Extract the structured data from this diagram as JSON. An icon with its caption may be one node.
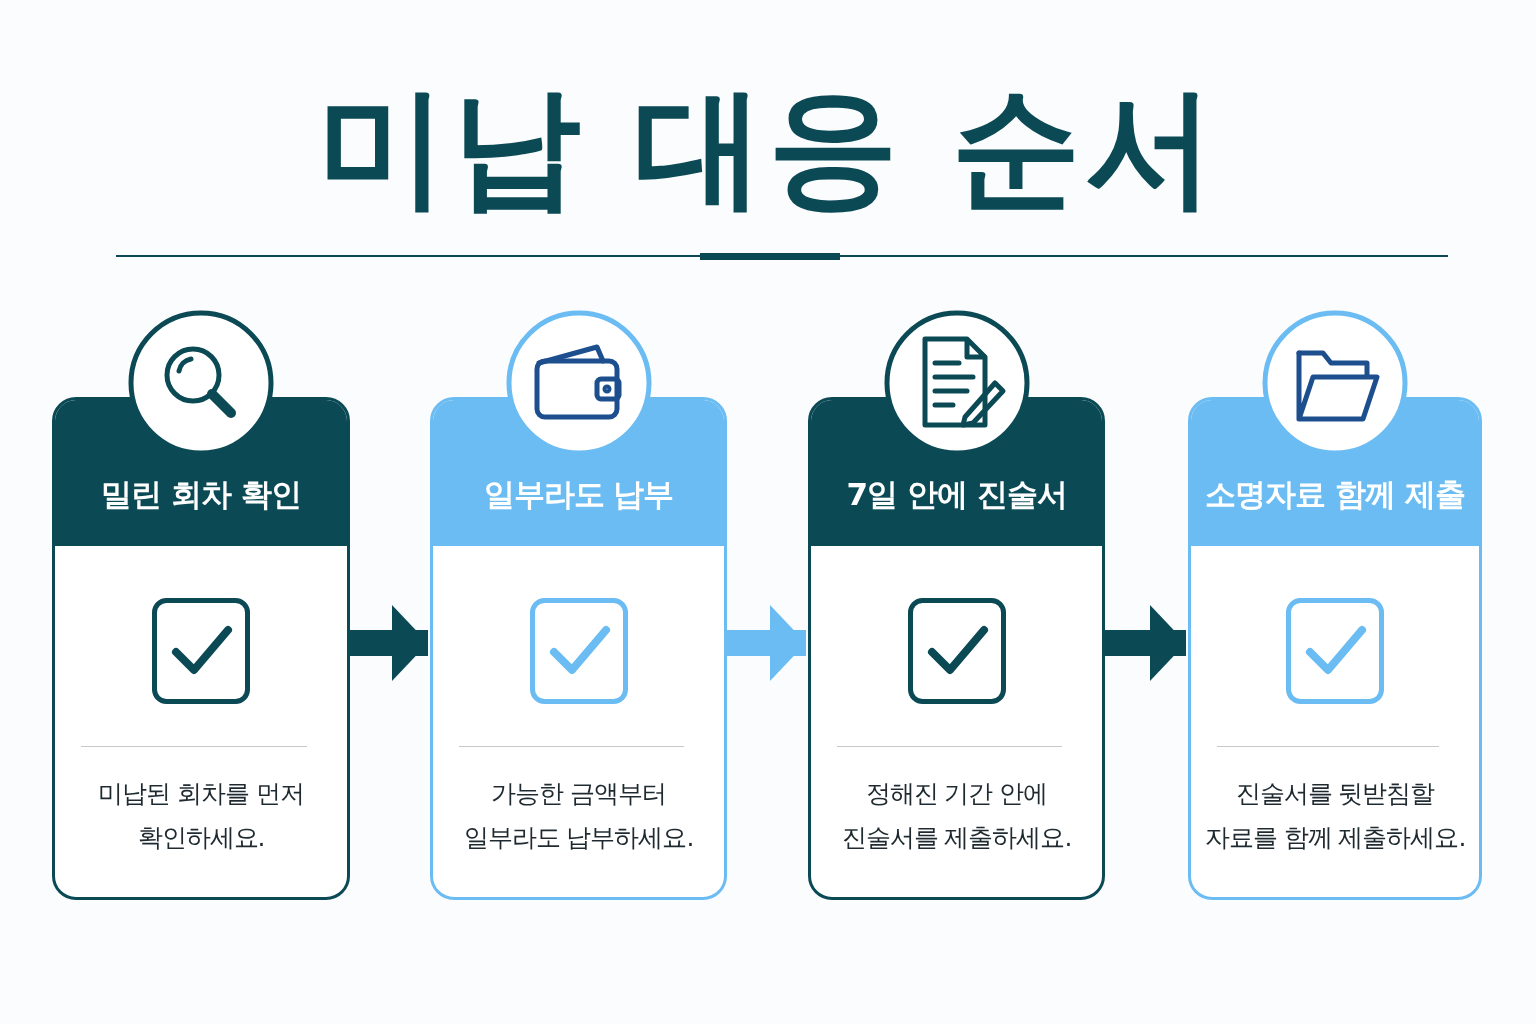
{
  "diagram": {
    "title": "미납 대응 순서",
    "nodes": [
      {
        "text": [
          "밀린 회차 확인",
          "미납된 회차를 먼저 확인하세요."
        ]
      },
      {
        "text": [
          "일부라도 납부",
          "가능한 금액부터 일부라도 납부하세요."
        ]
      },
      {
        "text": [
          "7일 안에 진술서",
          "정해진 기간 안에 진술서를 제출하세요."
        ]
      },
      {
        "text": [
          "소명자료 함께 제출",
          "진술서를 뒷받침할 자료를 함께 제출하세요."
        ]
      }
    ],
    "edges": [
      {
        "from": 0,
        "to": 1,
        "arrow": "to"
      },
      {
        "from": 1,
        "to": 2,
        "arrow": "to",
        "color": "#6bbcf2"
      },
      {
        "from": 2,
        "to": 3,
        "arrow": "to"
      }
    ]
  }
}
